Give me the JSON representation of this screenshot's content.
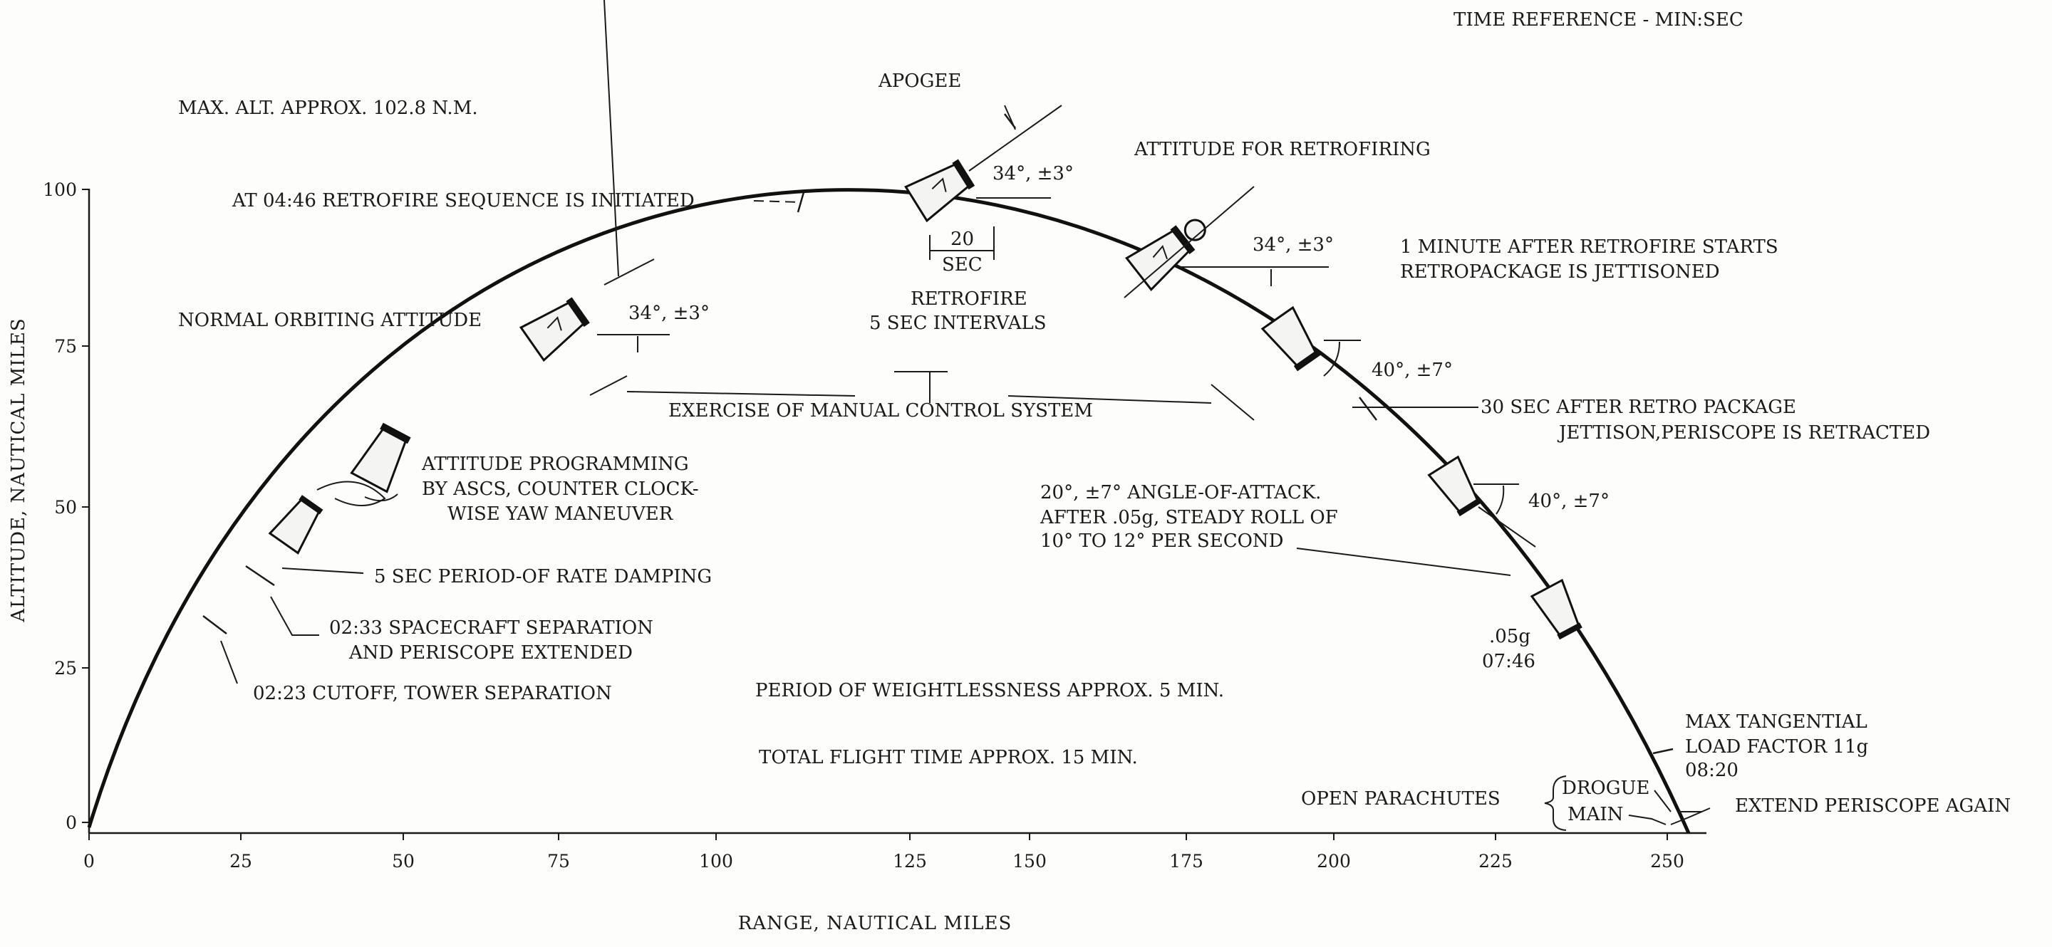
{
  "time_reference": "TIME REFERENCE - MIN:SEC",
  "max_alt": "MAX. ALT. APPROX. 102.8 N.M.",
  "x_axis_title": "RANGE, NAUTICAL MILES",
  "y_axis_title": "ALTITUDE, NAUTICAL MILES",
  "x_ticks": [
    "0",
    "25",
    "50",
    "75",
    "100",
    "125",
    "150",
    "175",
    "200",
    "225",
    "250"
  ],
  "y_ticks": [
    "0",
    "25",
    "50",
    "75",
    "100"
  ],
  "annotations": {
    "apogee": "APOGEE",
    "retro_seq": "AT 04:46 RETROFIRE SEQUENCE IS INITIATED",
    "attitude_retro": "ATTITUDE FOR RETROFIRING",
    "normal_orbit": "NORMAL ORBITING ATTITUDE",
    "angle_34_a": "34°, ±3°",
    "angle_34_b": "34°, ±3°",
    "angle_34_c": "34°, ±3°",
    "retro_20": "20",
    "retro_sec": "SEC",
    "retrofire_1": "RETROFIRE",
    "retrofire_2": "5 SEC INTERVALS",
    "one_min_1": "1 MINUTE AFTER RETROFIRE STARTS",
    "one_min_2": "RETROPACKAGE IS JETTISONED",
    "angle_40_a": "40°, ±7°",
    "angle_40_b": "40°, ±7°",
    "manual_control": "EXERCISE OF MANUAL CONTROL SYSTEM",
    "thirty_sec_1": "30 SEC AFTER RETRO PACKAGE",
    "thirty_sec_2": "JETTISON,PERISCOPE IS RETRACTED",
    "att_prog_1": "ATTITUDE PROGRAMMING",
    "att_prog_2": "BY ASCS, COUNTER CLOCK-",
    "att_prog_3": "WISE YAW MANEUVER",
    "aoa_1": "20°, ±7° ANGLE-OF-ATTACK.",
    "aoa_2": "AFTER .05g, STEADY ROLL OF",
    "aoa_3": "10° TO 12° PER SECOND",
    "rate_damping": "5 SEC PERIOD-OF RATE DAMPING",
    "sep_1": "02:33 SPACECRAFT SEPARATION",
    "sep_2": "AND PERISCOPE EXTENDED",
    "cutoff": "02:23 CUTOFF, TOWER SEPARATION",
    "weightless": "PERIOD OF WEIGHTLESSNESS APPROX. 5 MIN.",
    "total_time": "TOTAL FLIGHT TIME APPROX. 15 MIN.",
    "g05": ".05g",
    "t0746": "07:46",
    "max_tan_1": "MAX TANGENTIAL",
    "max_tan_2": "LOAD FACTOR 11g",
    "max_tan_3": "08:20",
    "open_chutes": "OPEN PARACHUTES",
    "drogue": "DROGUE",
    "main": "MAIN",
    "extend_periscope": "EXTEND PERISCOPE AGAIN"
  }
}
